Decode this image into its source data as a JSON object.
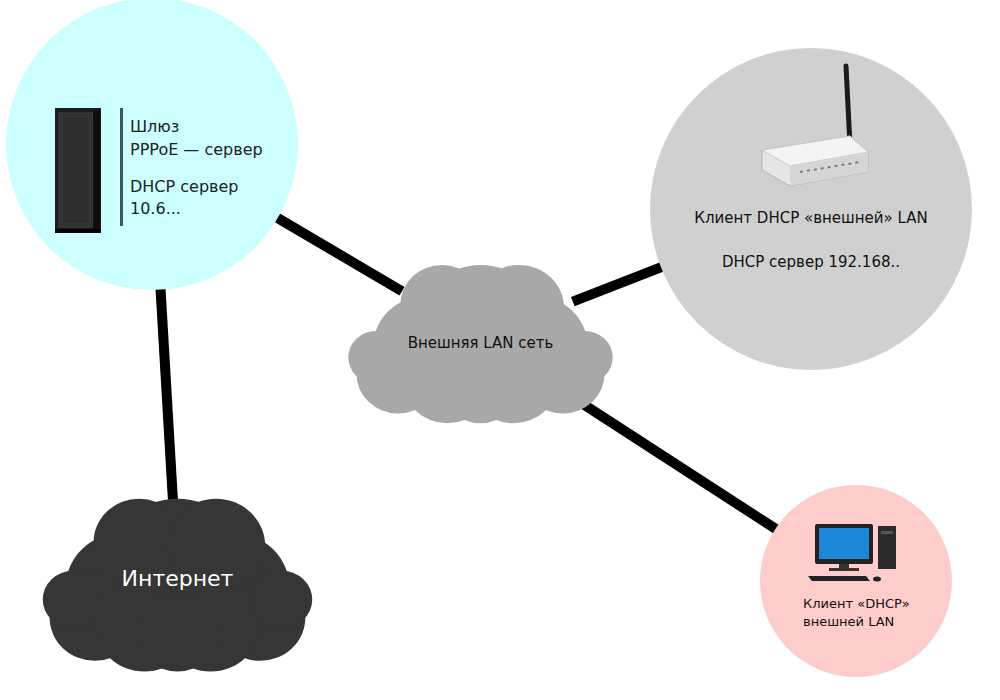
{
  "diagram": {
    "nodes": [
      {
        "text": [
          "Шлюз",
          "PPPoE — сервер",
          "DHCP сервер 10.6..."
        ]
      },
      {
        "text": [
          "Клиент DHCP «внешней» LAN",
          "DHCP сервер 192.168.."
        ]
      },
      {
        "text": [
          "Внешняя LAN сеть"
        ]
      },
      {
        "text": [
          "Интернет"
        ]
      },
      {
        "text": [
          "Клиент «DHCP» внешней LAN"
        ]
      }
    ],
    "edges": [
      {
        "from": 0,
        "to": 2,
        "arrow": "none"
      },
      {
        "from": 1,
        "to": 2,
        "arrow": "none"
      },
      {
        "from": 2,
        "to": 4,
        "arrow": "none"
      },
      {
        "from": 0,
        "to": 3,
        "arrow": "none"
      }
    ]
  }
}
